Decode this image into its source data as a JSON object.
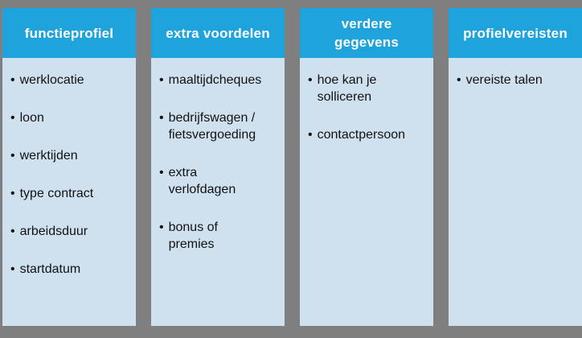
{
  "slide": {
    "background": "#7F7F7F"
  },
  "colors": {
    "header_bg": "#1FA3DC",
    "header_text": "#FFFFFF",
    "body_bg": "#CFE0EF",
    "body_text": "#121212"
  },
  "bullet_glyph": "•",
  "columns": [
    {
      "title": "functieprofiel",
      "items": [
        "werklocatie",
        "loon",
        "werktijden",
        "type contract",
        "arbeidsduur",
        "startdatum"
      ]
    },
    {
      "title": "extra voordelen",
      "items": [
        "maaltijdcheques",
        "bedrijfswagen /\nfietsvergoeding",
        "extra\nverlofdagen",
        "bonus of\npremies"
      ]
    },
    {
      "title": "verdere\ngegevens",
      "items": [
        "hoe kan je\nsolliceren",
        "contactpersoon"
      ]
    },
    {
      "title": "profielvereisten",
      "items": [
        "vereiste talen"
      ]
    }
  ]
}
